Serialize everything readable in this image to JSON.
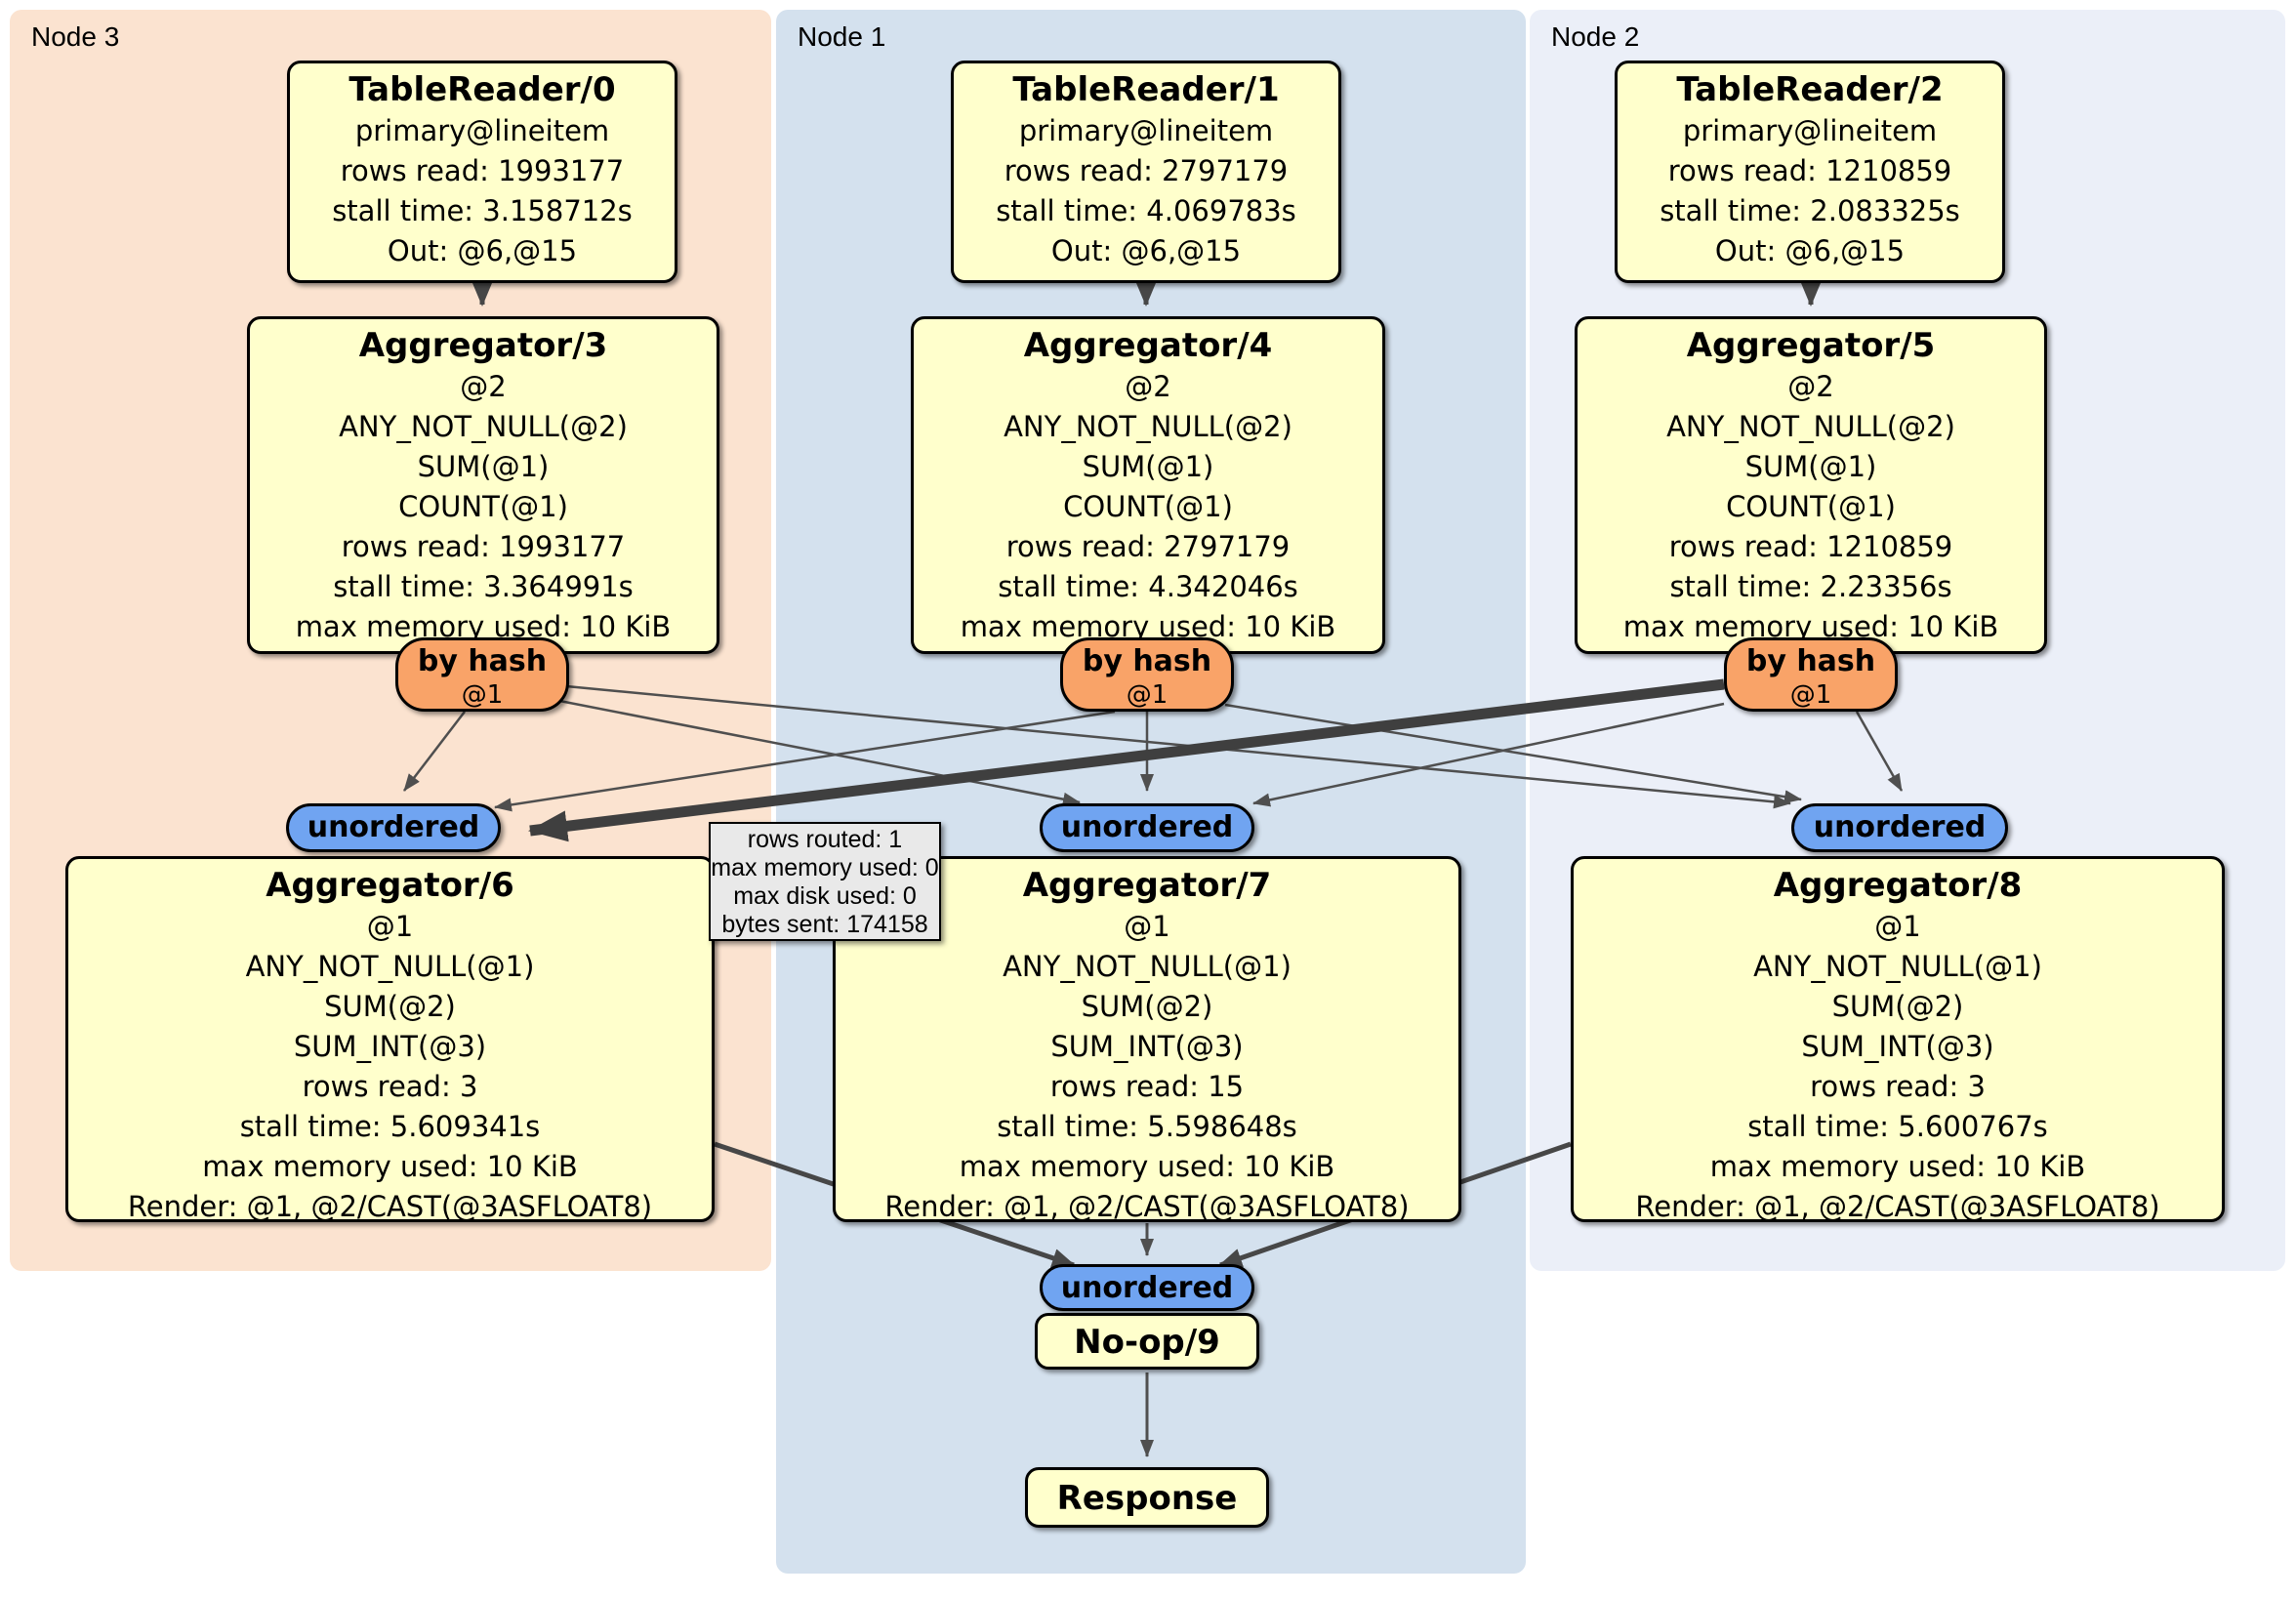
{
  "colors": {
    "node3_bg": "#FBE3D0",
    "node1_bg": "#D4E1EE",
    "node2_bg": "#EBEFF8",
    "box_fill": "#FFFFCC",
    "router_fill": "#F9A368",
    "sync_fill": "#70A4F1",
    "tooltip_bg": "#E9E9E9",
    "edge": "#4F4F4F",
    "border": "#000000"
  },
  "regions": {
    "node3": {
      "label": "Node 3"
    },
    "node1": {
      "label": "Node 1"
    },
    "node2": {
      "label": "Node 2"
    }
  },
  "processors": {
    "tr0": {
      "title": "TableReader/0",
      "lines": [
        "primary@lineitem",
        "rows read: 1993177",
        "stall time: 3.158712s",
        "Out: @6,@15"
      ]
    },
    "tr1": {
      "title": "TableReader/1",
      "lines": [
        "primary@lineitem",
        "rows read: 2797179",
        "stall time: 4.069783s",
        "Out: @6,@15"
      ]
    },
    "tr2": {
      "title": "TableReader/2",
      "lines": [
        "primary@lineitem",
        "rows read: 1210859",
        "stall time: 2.083325s",
        "Out: @6,@15"
      ]
    },
    "agg3": {
      "title": "Aggregator/3",
      "lines": [
        "@2",
        "ANY_NOT_NULL(@2)",
        "SUM(@1)",
        "COUNT(@1)",
        "rows read: 1993177",
        "stall time: 3.364991s",
        "max memory used: 10 KiB"
      ]
    },
    "agg4": {
      "title": "Aggregator/4",
      "lines": [
        "@2",
        "ANY_NOT_NULL(@2)",
        "SUM(@1)",
        "COUNT(@1)",
        "rows read: 2797179",
        "stall time: 4.342046s",
        "max memory used: 10 KiB"
      ]
    },
    "agg5": {
      "title": "Aggregator/5",
      "lines": [
        "@2",
        "ANY_NOT_NULL(@2)",
        "SUM(@1)",
        "COUNT(@1)",
        "rows read: 1210859",
        "stall time: 2.23356s",
        "max memory used: 10 KiB"
      ]
    },
    "agg6": {
      "title": "Aggregator/6",
      "lines": [
        "@1",
        "ANY_NOT_NULL(@1)",
        "SUM(@2)",
        "SUM_INT(@3)",
        "rows read: 3",
        "stall time: 5.609341s",
        "max memory used: 10 KiB",
        "Render: @1, @2/CAST(@3ASFLOAT8)"
      ]
    },
    "agg7": {
      "title": "Aggregator/7",
      "lines": [
        "@1",
        "ANY_NOT_NULL(@1)",
        "SUM(@2)",
        "SUM_INT(@3)",
        "rows read: 15",
        "stall time: 5.598648s",
        "max memory used: 10 KiB",
        "Render: @1, @2/CAST(@3ASFLOAT8)"
      ]
    },
    "agg8": {
      "title": "Aggregator/8",
      "lines": [
        "@1",
        "ANY_NOT_NULL(@1)",
        "SUM(@2)",
        "SUM_INT(@3)",
        "rows read: 3",
        "stall time: 5.600767s",
        "max memory used: 10 KiB",
        "Render: @1, @2/CAST(@3ASFLOAT8)"
      ]
    },
    "noop": {
      "title": "No-op/9"
    },
    "response": {
      "title": "Response"
    }
  },
  "router": {
    "label": "by hash",
    "key": "@1"
  },
  "sync": {
    "label": "unordered"
  },
  "tooltip": {
    "lines": [
      "rows routed: 1",
      "max memory used: 0",
      "max disk used: 0",
      "bytes sent: 174158"
    ]
  }
}
